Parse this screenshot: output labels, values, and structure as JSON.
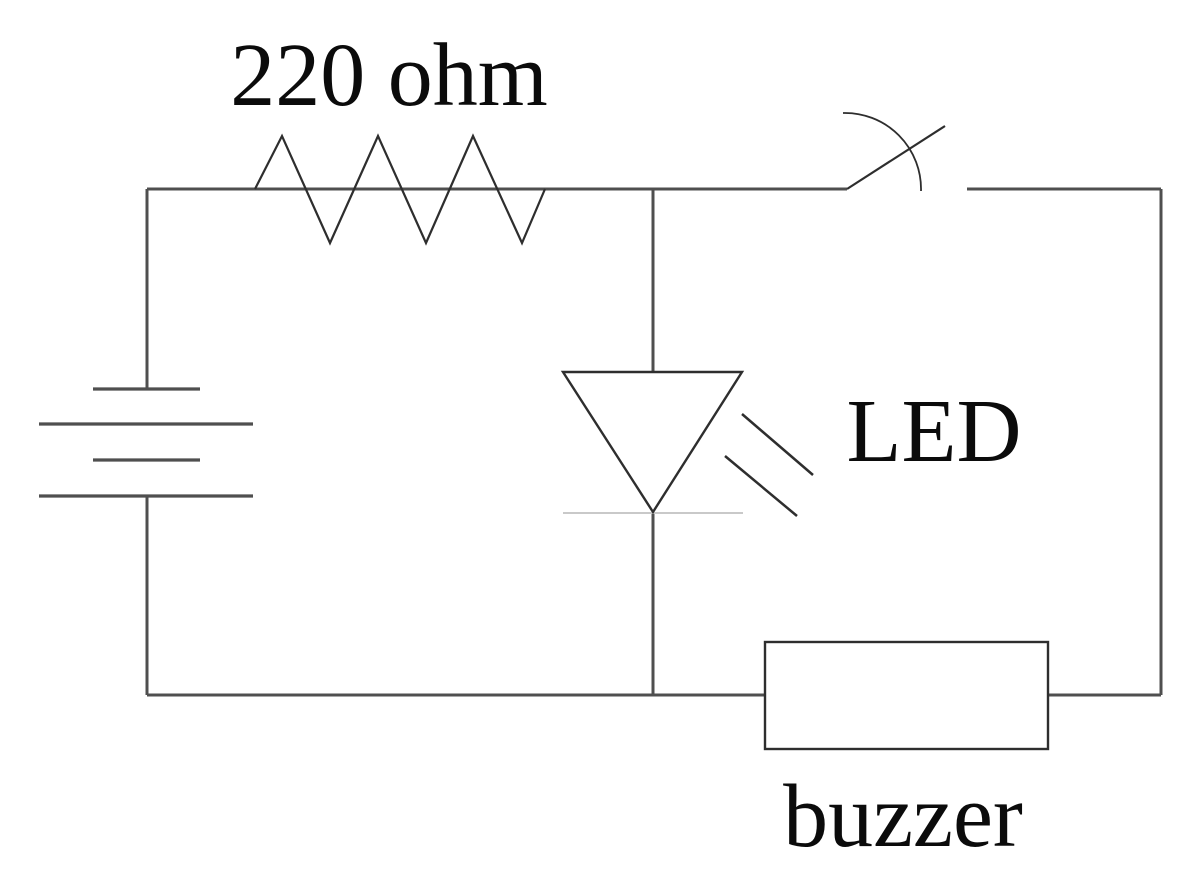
{
  "diagram": {
    "type": "circuit-schematic",
    "labels": {
      "resistor_value": "220 ohm",
      "led": "LED",
      "buzzer": "buzzer"
    },
    "components": [
      {
        "name": "battery",
        "symbol": "two-cell-battery",
        "label": ""
      },
      {
        "name": "resistor",
        "symbol": "zigzag-resistor",
        "label": "220 ohm"
      },
      {
        "name": "switch",
        "symbol": "open-spst-switch",
        "label": ""
      },
      {
        "name": "led",
        "symbol": "diode-triangle-with-emission-rays",
        "label": "LED"
      },
      {
        "name": "buzzer",
        "symbol": "rectangle",
        "label": "buzzer"
      }
    ],
    "colors": {
      "wire": "#4f4f4f",
      "component_stroke": "#2e2e2e",
      "led_cathode_line": "#c9c9c9",
      "text": "#0b0b0b",
      "background": "#ffffff"
    }
  }
}
